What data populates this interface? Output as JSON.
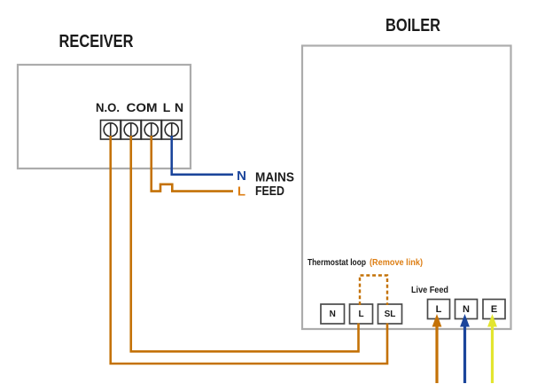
{
  "receiver": {
    "title": "RECEIVER",
    "terminals": [
      "N.O.",
      "COM",
      "L",
      "N"
    ]
  },
  "boiler": {
    "title": "BOILER",
    "thermostat_loop": {
      "label": "Thermostat loop",
      "note": "(Remove link)"
    },
    "terminals": [
      "N",
      "L",
      "SL"
    ],
    "live_feed": {
      "label": "Live Feed",
      "terminals": [
        "L",
        "N",
        "E"
      ]
    }
  },
  "mains_feed": {
    "neutral_code": "N",
    "live_code": "L",
    "line1": "MAINS",
    "line2": "FEED"
  },
  "colors": {
    "live": "#C47207",
    "neutral": "#1B459B",
    "earth": "#E3E52F",
    "note_orange": "#DD7E14",
    "enclosure_border": "#ACACAC",
    "terminal_border": "#4A4A4A",
    "screw_border": "#2B2B2B",
    "text": "#1A1A1A"
  }
}
